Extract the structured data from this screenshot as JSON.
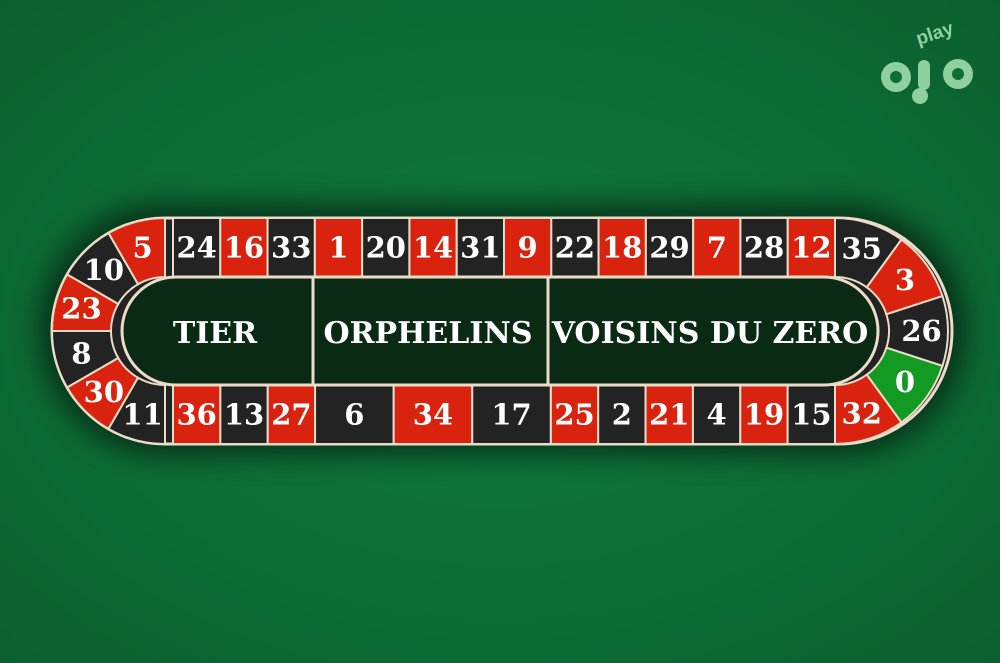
{
  "brand": {
    "logo_text": "play ojo",
    "colors": {
      "logo": "#8fd19e"
    }
  },
  "colors": {
    "felt": "#0e6e38",
    "red": "#d9230f",
    "black": "#232323",
    "green": "#139a22",
    "border": "#e9dcc8",
    "inner": "#0b2a14"
  },
  "track": {
    "top_row": [
      {
        "n": "24",
        "c": "black"
      },
      {
        "n": "16",
        "c": "red"
      },
      {
        "n": "33",
        "c": "black"
      },
      {
        "n": "1",
        "c": "red"
      },
      {
        "n": "20",
        "c": "black"
      },
      {
        "n": "14",
        "c": "red"
      },
      {
        "n": "31",
        "c": "black"
      },
      {
        "n": "9",
        "c": "red"
      },
      {
        "n": "22",
        "c": "black"
      },
      {
        "n": "18",
        "c": "red"
      },
      {
        "n": "29",
        "c": "black"
      },
      {
        "n": "7",
        "c": "red"
      },
      {
        "n": "28",
        "c": "black"
      },
      {
        "n": "12",
        "c": "red"
      }
    ],
    "bottom_row": [
      {
        "n": "36",
        "c": "red"
      },
      {
        "n": "13",
        "c": "black"
      },
      {
        "n": "27",
        "c": "red"
      },
      {
        "n": "6",
        "c": "black"
      },
      {
        "n": "34",
        "c": "red"
      },
      {
        "n": "17",
        "c": "black"
      },
      {
        "n": "25",
        "c": "red"
      },
      {
        "n": "2",
        "c": "black"
      },
      {
        "n": "21",
        "c": "red"
      },
      {
        "n": "4",
        "c": "black"
      },
      {
        "n": "19",
        "c": "red"
      },
      {
        "n": "15",
        "c": "black"
      }
    ],
    "left_end": [
      {
        "n": "5",
        "c": "red"
      },
      {
        "n": "10",
        "c": "black"
      },
      {
        "n": "23",
        "c": "red"
      },
      {
        "n": "8",
        "c": "black"
      },
      {
        "n": "30",
        "c": "red"
      },
      {
        "n": "11",
        "c": "black"
      }
    ],
    "right_end": [
      {
        "n": "35",
        "c": "black"
      },
      {
        "n": "3",
        "c": "red"
      },
      {
        "n": "26",
        "c": "black"
      },
      {
        "n": "0",
        "c": "green"
      },
      {
        "n": "32",
        "c": "red"
      }
    ],
    "sections": [
      {
        "label": "TIER"
      },
      {
        "label": "ORPHELINS"
      },
      {
        "label": "VOISINS DU ZERO"
      }
    ]
  }
}
